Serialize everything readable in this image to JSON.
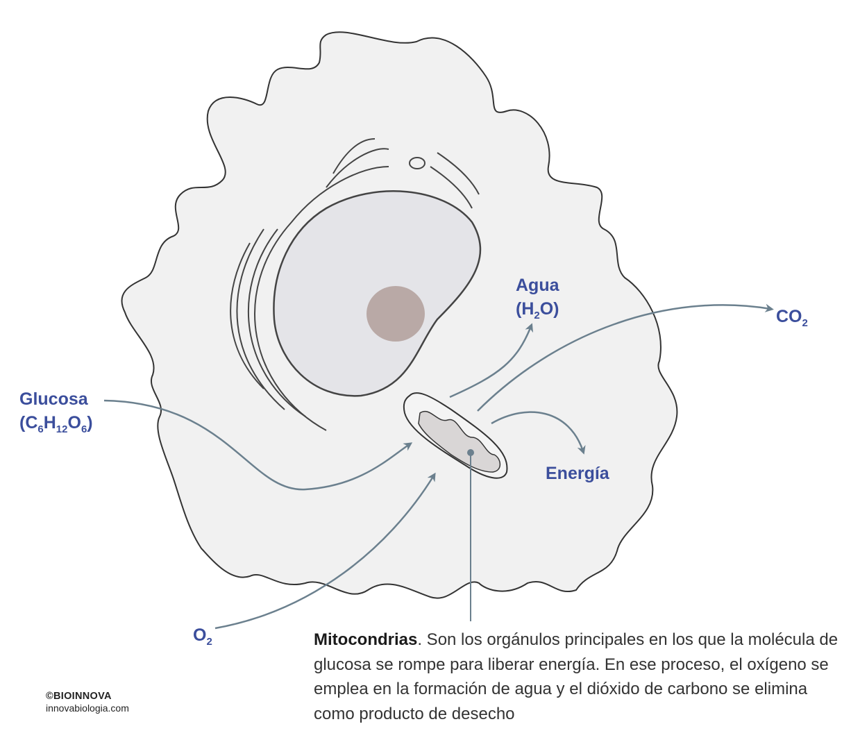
{
  "labels": {
    "glucosa_name": "Glucosa",
    "glucosa_formula": {
      "open": "(C",
      "s1": "6",
      "h": "H",
      "s2": "12",
      "o": "O",
      "s3": "6",
      "close": ")"
    },
    "agua_name": "Agua",
    "agua_formula": {
      "open": "(H",
      "s1": "2",
      "close": "O)"
    },
    "co2": {
      "main": "CO",
      "sub": "2"
    },
    "o2": {
      "main": "O",
      "sub": "2"
    },
    "energia": "Energía"
  },
  "caption": {
    "title": "Mitocondrias",
    "text": ". Son los orgánulos principales en los que la molécula de glucosa se rompe para liberar energía. En ese proceso, el oxígeno se emplea en la formación de agua y el dióxido de carbono se elimina como producto de desecho"
  },
  "logo": {
    "brand": "©BIOINNOVA",
    "site": "innovabiologia.com"
  },
  "colors": {
    "label": "#3b4e9c",
    "arrow": "#6b808e",
    "cell": "#f1f1f1",
    "nucleus": "#e4e4e8",
    "nucleolus": "#b9a9a6"
  }
}
